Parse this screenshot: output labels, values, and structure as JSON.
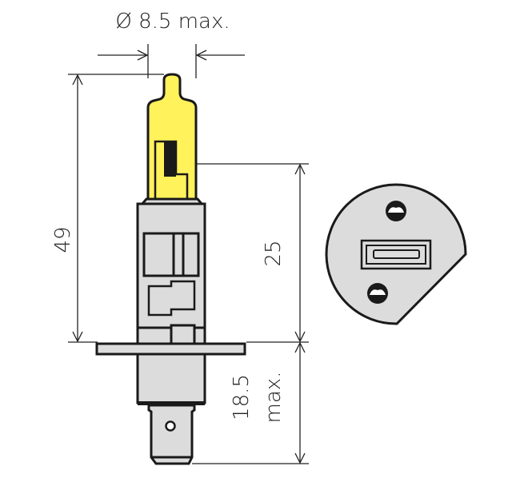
{
  "diagram": {
    "title": "H1 bulb dimensions",
    "dimensions": {
      "diameter": "Ø 8.5 max.",
      "total_height": "49",
      "light_center_height": "25",
      "base_height_value": "18.5",
      "base_height_suffix": "max."
    },
    "colors": {
      "glass": "#fff25a",
      "base": "#dcdcdc",
      "outline": "#1a1a1a"
    }
  }
}
